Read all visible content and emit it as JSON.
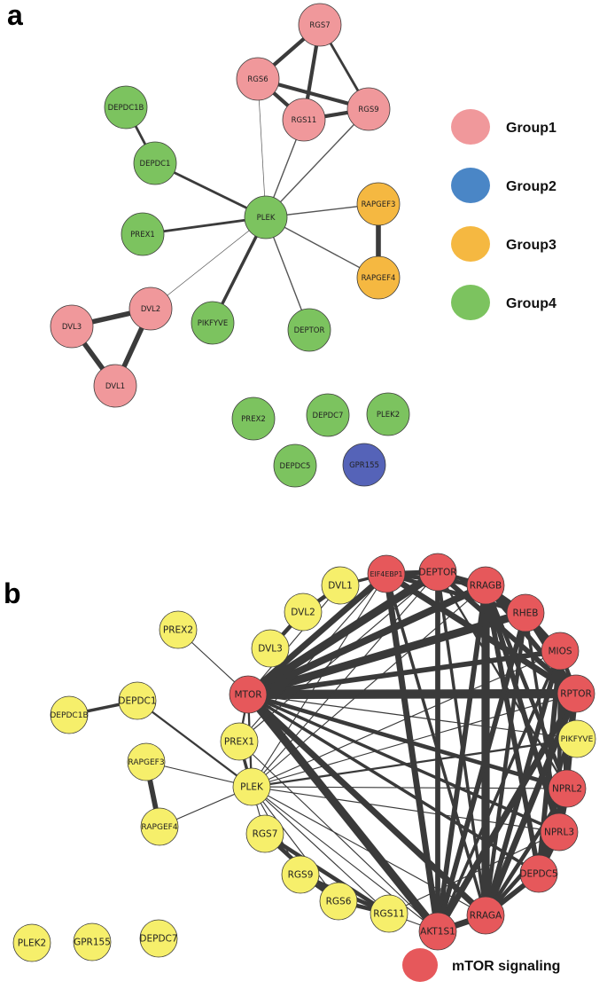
{
  "panels": {
    "a": {
      "label": "a"
    },
    "b": {
      "label": "b"
    }
  },
  "colors": {
    "group1": "#f0989b",
    "group2": "#4a86c6",
    "group3": "#f5b841",
    "group4": "#7cc35f",
    "gpr155_node": "#5563b8",
    "mtor": "#e6585b",
    "other": "#f6ef6b",
    "edge_a_light": "#555555",
    "edge_a_dark": "#3b3b3b",
    "edge_b": "#3a3a3a"
  },
  "legend_a": [
    {
      "label": "Group1",
      "color_key": "group1"
    },
    {
      "label": "Group2",
      "color_key": "group2"
    },
    {
      "label": "Group3",
      "color_key": "group3"
    },
    {
      "label": "Group4",
      "color_key": "group4"
    }
  ],
  "legend_b": {
    "label": "mTOR signaling",
    "color_key": "mtor"
  },
  "network_a": {
    "nodes": [
      {
        "id": "RGS7",
        "group": "group1"
      },
      {
        "id": "RGS6",
        "group": "group1"
      },
      {
        "id": "RGS11",
        "group": "group1"
      },
      {
        "id": "RGS9",
        "group": "group1"
      },
      {
        "id": "DEPDC1B",
        "group": "group4"
      },
      {
        "id": "DEPDC1",
        "group": "group4"
      },
      {
        "id": "PLEK",
        "group": "group4"
      },
      {
        "id": "PREX1",
        "group": "group4"
      },
      {
        "id": "RAPGEF3",
        "group": "group3"
      },
      {
        "id": "RAPGEF4",
        "group": "group3"
      },
      {
        "id": "DVL2",
        "group": "group1"
      },
      {
        "id": "DVL3",
        "group": "group1"
      },
      {
        "id": "DVL1",
        "group": "group1"
      },
      {
        "id": "PIKFYVE",
        "group": "group4"
      },
      {
        "id": "DEPTOR",
        "group": "group4"
      },
      {
        "id": "PREX2",
        "group": "group4"
      },
      {
        "id": "DEPDC7",
        "group": "group4"
      },
      {
        "id": "PLEK2",
        "group": "group4"
      },
      {
        "id": "DEPDC5",
        "group": "group4"
      },
      {
        "id": "GPR155",
        "group": "gpr155_node"
      }
    ],
    "edges": [
      [
        "RGS7",
        "RGS6",
        3
      ],
      [
        "RGS7",
        "RGS11",
        3
      ],
      [
        "RGS7",
        "RGS9",
        2
      ],
      [
        "RGS6",
        "RGS11",
        3
      ],
      [
        "RGS6",
        "RGS9",
        3
      ],
      [
        "RGS11",
        "RGS9",
        3
      ],
      [
        "PLEK",
        "RGS6",
        0.5
      ],
      [
        "PLEK",
        "RGS11",
        1
      ],
      [
        "PLEK",
        "RGS9",
        1
      ],
      [
        "DEPDC1B",
        "DEPDC1",
        2
      ],
      [
        "DEPDC1",
        "PLEK",
        2
      ],
      [
        "PREX1",
        "PLEK",
        2
      ],
      [
        "PLEK",
        "RAPGEF3",
        1
      ],
      [
        "PLEK",
        "RAPGEF4",
        1
      ],
      [
        "RAPGEF3",
        "RAPGEF4",
        4
      ],
      [
        "PLEK",
        "DVL2",
        0.5
      ],
      [
        "PLEK",
        "PIKFYVE",
        2.5
      ],
      [
        "PLEK",
        "DEPTOR",
        1
      ],
      [
        "DVL2",
        "DVL3",
        4
      ],
      [
        "DVL2",
        "DVL1",
        4
      ],
      [
        "DVL3",
        "DVL1",
        4
      ]
    ]
  },
  "network_b": {
    "nodes": [
      {
        "id": "EIF4EBP1",
        "group": "mtor"
      },
      {
        "id": "DEPTOR",
        "group": "mtor"
      },
      {
        "id": "RRAGB",
        "group": "mtor"
      },
      {
        "id": "RHEB",
        "group": "mtor"
      },
      {
        "id": "MIOS",
        "group": "mtor"
      },
      {
        "id": "RPTOR",
        "group": "mtor"
      },
      {
        "id": "PIKFYVE",
        "group": "other"
      },
      {
        "id": "NPRL2",
        "group": "mtor"
      },
      {
        "id": "NPRL3",
        "group": "mtor"
      },
      {
        "id": "DEPDC5",
        "group": "mtor"
      },
      {
        "id": "RRAGA",
        "group": "mtor"
      },
      {
        "id": "AKT1S1",
        "group": "mtor"
      },
      {
        "id": "RGS11",
        "group": "other"
      },
      {
        "id": "RGS6",
        "group": "other"
      },
      {
        "id": "RGS9",
        "group": "other"
      },
      {
        "id": "RGS7",
        "group": "other"
      },
      {
        "id": "PLEK",
        "group": "other"
      },
      {
        "id": "PREX1",
        "group": "other"
      },
      {
        "id": "MTOR",
        "group": "mtor"
      },
      {
        "id": "DVL3",
        "group": "other"
      },
      {
        "id": "DVL2",
        "group": "other"
      },
      {
        "id": "DVL1",
        "group": "other"
      },
      {
        "id": "PREX2",
        "group": "other"
      },
      {
        "id": "DEPDC1",
        "group": "other"
      },
      {
        "id": "DEPDC1B",
        "group": "other"
      },
      {
        "id": "RAPGEF3",
        "group": "other"
      },
      {
        "id": "RAPGEF4",
        "group": "other"
      },
      {
        "id": "PLEK2",
        "group": "other"
      },
      {
        "id": "GPR155",
        "group": "other"
      },
      {
        "id": "DEPDC7",
        "group": "other"
      }
    ],
    "edges": [
      [
        "MTOR",
        "EIF4EBP1",
        6
      ],
      [
        "MTOR",
        "DEPTOR",
        8
      ],
      [
        "MTOR",
        "RRAGB",
        7
      ],
      [
        "MTOR",
        "RHEB",
        8
      ],
      [
        "MTOR",
        "MIOS",
        5
      ],
      [
        "MTOR",
        "RPTOR",
        9
      ],
      [
        "MTOR",
        "PIKFYVE",
        1
      ],
      [
        "MTOR",
        "NPRL2",
        4
      ],
      [
        "MTOR",
        "NPRL3",
        3
      ],
      [
        "MTOR",
        "DEPDC5",
        3
      ],
      [
        "MTOR",
        "RRAGA",
        6
      ],
      [
        "MTOR",
        "AKT1S1",
        8
      ],
      [
        "MTOR",
        "DVL1",
        1
      ],
      [
        "MTOR",
        "PREX1",
        2
      ],
      [
        "EIF4EBP1",
        "DEPTOR",
        5
      ],
      [
        "EIF4EBP1",
        "RRAGB",
        4
      ],
      [
        "EIF4EBP1",
        "AKT1S1",
        6
      ],
      [
        "EIF4EBP1",
        "RPTOR",
        6
      ],
      [
        "EIF4EBP1",
        "RHEB",
        4
      ],
      [
        "EIF4EBP1",
        "RRAGA",
        3
      ],
      [
        "DEPTOR",
        "AKT1S1",
        5
      ],
      [
        "DEPTOR",
        "RPTOR",
        5
      ],
      [
        "DEPTOR",
        "RRAGB",
        4
      ],
      [
        "DEPTOR",
        "RHEB",
        3
      ],
      [
        "DEPTOR",
        "NPRL2",
        2
      ],
      [
        "DEPTOR",
        "RRAGA",
        3
      ],
      [
        "RRAGB",
        "RRAGA",
        8
      ],
      [
        "RRAGB",
        "RPTOR",
        5
      ],
      [
        "RRAGB",
        "AKT1S1",
        5
      ],
      [
        "RRAGB",
        "NPRL2",
        4
      ],
      [
        "RRAGB",
        "NPRL3",
        5
      ],
      [
        "RRAGB",
        "DEPDC5",
        5
      ],
      [
        "RRAGB",
        "MIOS",
        4
      ],
      [
        "RRAGB",
        "RHEB",
        4
      ],
      [
        "RHEB",
        "AKT1S1",
        5
      ],
      [
        "RHEB",
        "RPTOR",
        5
      ],
      [
        "RHEB",
        "RRAGA",
        4
      ],
      [
        "RHEB",
        "MIOS",
        4
      ],
      [
        "RHEB",
        "NPRL3",
        3
      ],
      [
        "MIOS",
        "RRAGA",
        5
      ],
      [
        "MIOS",
        "NPRL2",
        5
      ],
      [
        "MIOS",
        "DEPDC5",
        5
      ],
      [
        "MIOS",
        "NPRL3",
        4
      ],
      [
        "MIOS",
        "RPTOR",
        4
      ],
      [
        "MIOS",
        "AKT1S1",
        3
      ],
      [
        "RPTOR",
        "AKT1S1",
        6
      ],
      [
        "RPTOR",
        "RRAGA",
        6
      ],
      [
        "RPTOR",
        "NPRL2",
        4
      ],
      [
        "RPTOR",
        "DEPDC5",
        3
      ],
      [
        "NPRL2",
        "NPRL3",
        6
      ],
      [
        "NPRL2",
        "DEPDC5",
        6
      ],
      [
        "NPRL2",
        "RRAGA",
        4
      ],
      [
        "NPRL3",
        "DEPDC5",
        6
      ],
      [
        "NPRL3",
        "RRAGA",
        4
      ],
      [
        "DEPDC5",
        "RRAGA",
        5
      ],
      [
        "RRAGA",
        "AKT1S1",
        6
      ],
      [
        "PLEK",
        "EIF4EBP1",
        1
      ],
      [
        "PLEK",
        "DEPTOR",
        1
      ],
      [
        "PLEK",
        "RRAGB",
        1
      ],
      [
        "PLEK",
        "RPTOR",
        1
      ],
      [
        "PLEK",
        "MIOS",
        1
      ],
      [
        "PLEK",
        "NPRL2",
        1
      ],
      [
        "PLEK",
        "NPRL3",
        1
      ],
      [
        "PLEK",
        "RRAGA",
        1
      ],
      [
        "PLEK",
        "AKT1S1",
        1
      ],
      [
        "PLEK",
        "PIKFYVE",
        2
      ],
      [
        "PLEK",
        "MTOR",
        2
      ],
      [
        "PLEK",
        "RGS7",
        1
      ],
      [
        "PLEK",
        "RGS6",
        1
      ],
      [
        "PLEK",
        "RGS9",
        1
      ],
      [
        "PLEK",
        "RGS11",
        1
      ],
      [
        "PLEK",
        "PREX1",
        3
      ],
      [
        "PLEK",
        "DEPDC1",
        2
      ],
      [
        "PLEK",
        "RAPGEF3",
        1
      ],
      [
        "PLEK",
        "RAPGEF4",
        1
      ],
      [
        "PREX1",
        "EIF4EBP1",
        1
      ],
      [
        "PREX1",
        "DEPTOR",
        1
      ],
      [
        "PREX1",
        "AKT1S1",
        1
      ],
      [
        "PREX2",
        "MTOR",
        1
      ],
      [
        "RGS7",
        "RGS6",
        4
      ],
      [
        "RGS7",
        "RGS11",
        4
      ],
      [
        "RGS6",
        "RGS11",
        4
      ],
      [
        "RGS9",
        "RGS11",
        4
      ],
      [
        "RGS9",
        "RGS6",
        3
      ],
      [
        "RGS11",
        "AKT1S1",
        1
      ],
      [
        "RGS11",
        "NPRL3",
        1
      ],
      [
        "DVL1",
        "DVL2",
        4
      ],
      [
        "DVL2",
        "DVL3",
        4
      ],
      [
        "DVL1",
        "EIF4EBP1",
        3
      ],
      [
        "DEPDC1",
        "DEPDC1B",
        3
      ],
      [
        "RAPGEF3",
        "RAPGEF4",
        5
      ]
    ]
  }
}
